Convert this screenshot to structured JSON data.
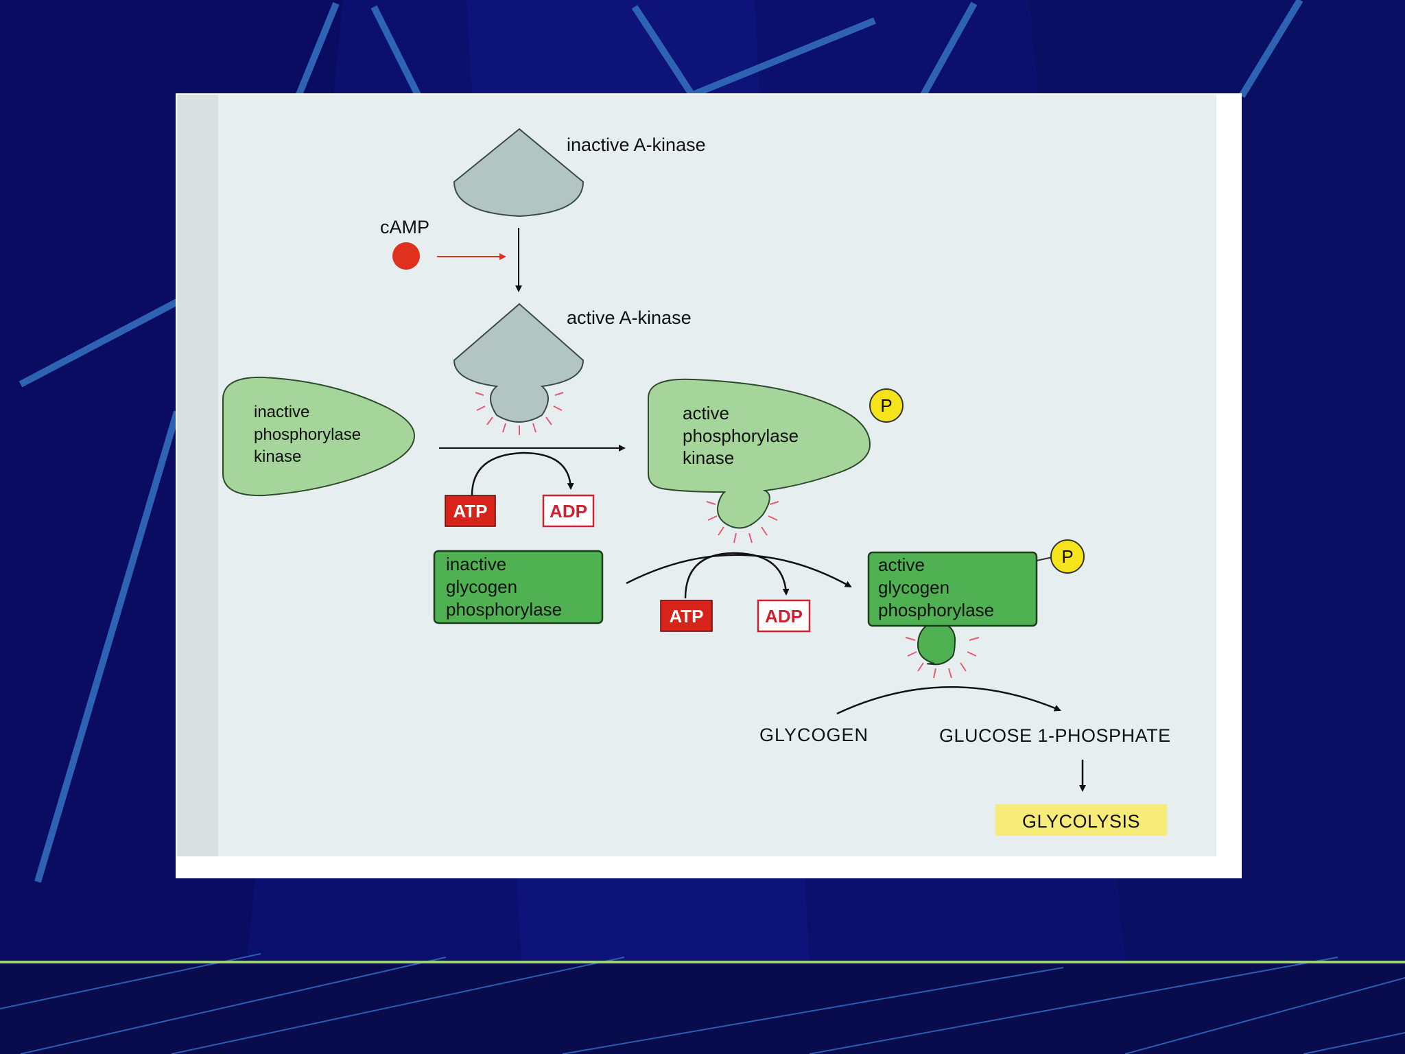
{
  "diagram": {
    "labels": {
      "inactive_a_kinase": "inactive A-kinase",
      "camp": "cAMP",
      "active_a_kinase": "active A-kinase",
      "inactive_phk": [
        "inactive",
        "phosphorylase",
        "kinase"
      ],
      "active_phk": [
        "active",
        "phosphorylase",
        "kinase"
      ],
      "inactive_gp": [
        "inactive",
        "glycogen",
        "phosphorylase"
      ],
      "active_gp": [
        "active",
        "glycogen",
        "phosphorylase"
      ],
      "atp": "ATP",
      "adp": "ADP",
      "phosphate": "P",
      "glycogen": "GLYCOGEN",
      "g1p": "GLUCOSE 1-PHOSPHATE",
      "glycolysis": "GLYCOLYSIS"
    },
    "colors": {
      "kinase_gray": "#b3c5c3",
      "phk_green": "#a6d59c",
      "gp_green": "#4fb152",
      "atp_red": "#d7241b",
      "adp_red": "#cf2230",
      "camp_red": "#e0311f",
      "phosphate_yellow": "#f5e41b",
      "glycolysis_yellow": "#f7ec7a",
      "slide_blue": "#0b0f6e"
    }
  }
}
